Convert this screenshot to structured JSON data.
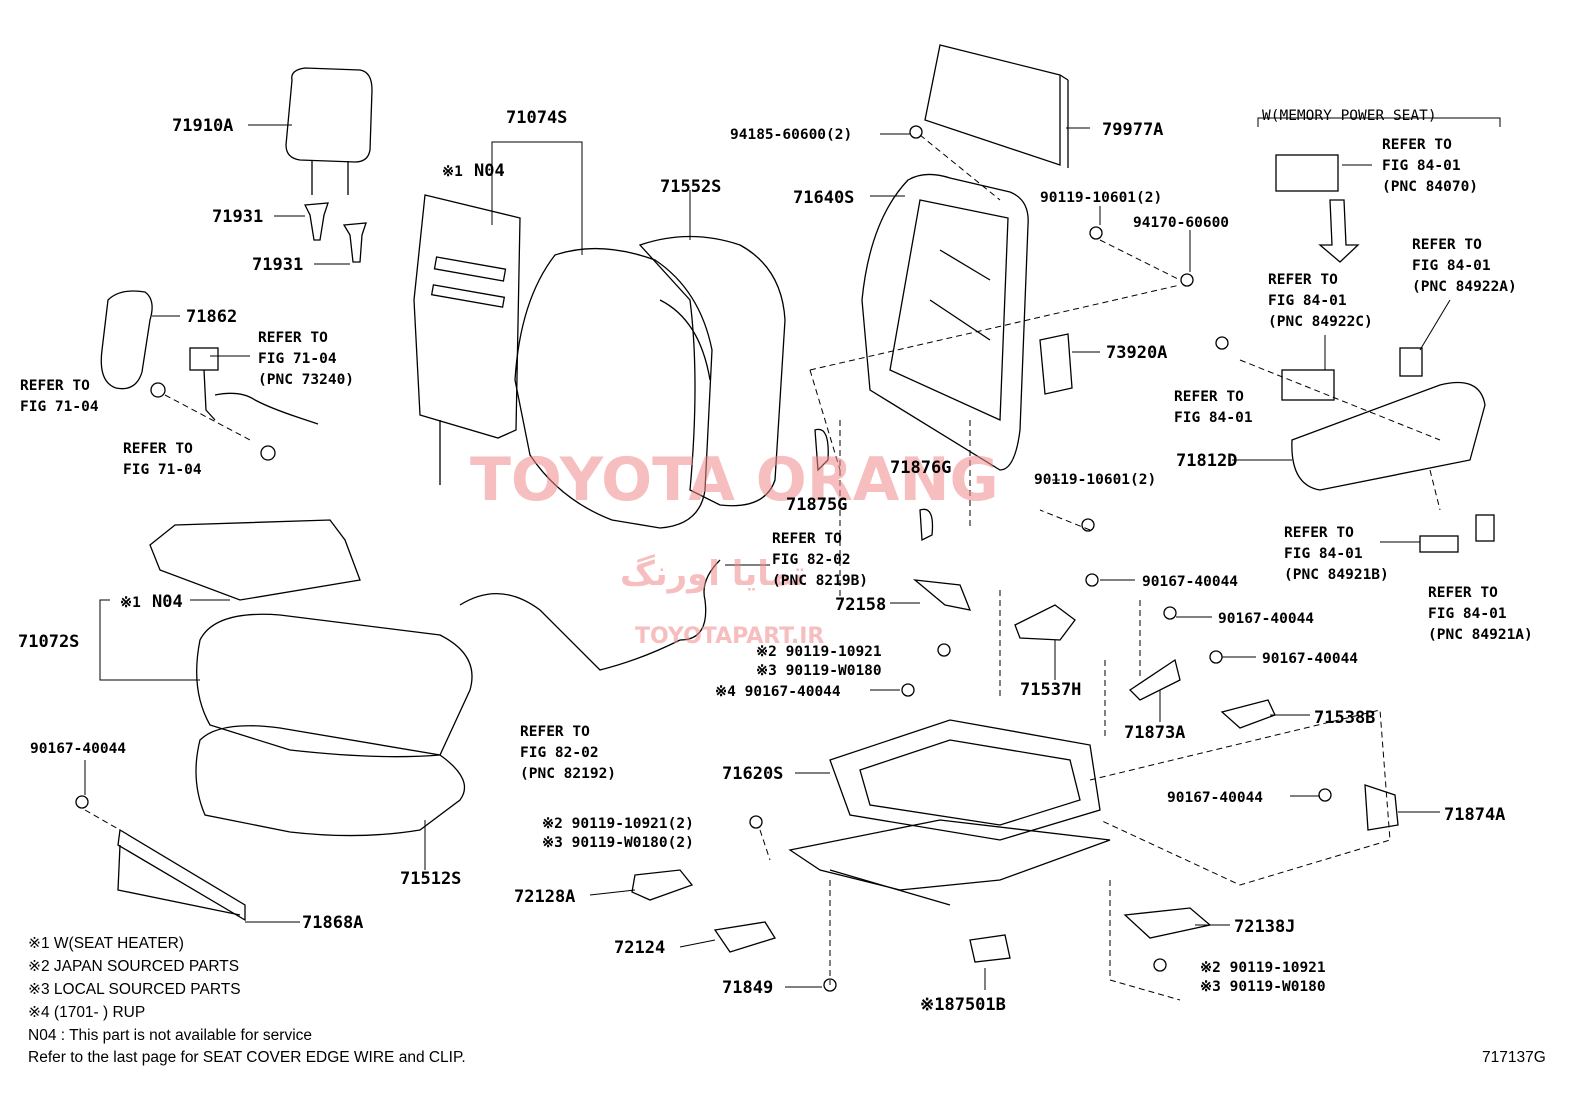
{
  "labels": {
    "p71910A": "71910A",
    "p71931a": "71931",
    "p71931b": "71931",
    "p71862": "71862",
    "p71074S": "71074S",
    "p_n04_top_mark": "※1",
    "p_n04_top": "N04",
    "p71552S": "71552S",
    "p79977A": "79977A",
    "p94185": "94185-60600(2)",
    "p71640S": "71640S",
    "p90119_10601_top": "90119-10601(2)",
    "p94170": "94170-60600",
    "p73920A": "73920A",
    "p71876G": "71876G",
    "p71875G": "71875G",
    "p90119_10601_mid": "90119-10601(2)",
    "p71812D": "71812D",
    "p71072S": "71072S",
    "p_n04_bot_mark": "※1",
    "p_n04_bot": "N04",
    "p90167_left": "90167-40044",
    "p71512S": "71512S",
    "p71868A": "71868A",
    "p72158": "72158",
    "p_2_90119_10921": "※2 90119-10921",
    "p_3_90119_W0180": "※3 90119-W0180",
    "p_4_90167": "※4 90167-40044",
    "p71620S": "71620S",
    "p_2_90119_10921_2": "※2 90119-10921(2)",
    "p_3_90119_W0180_2": "※3 90119-W0180(2)",
    "p72128A": "72128A",
    "p72124": "72124",
    "p71849": "71849",
    "p87501B": "※187501B",
    "p90167_r1": "90167-40044",
    "p90167_r2": "90167-40044",
    "p90167_r3": "90167-40044",
    "p71537H": "71537H",
    "p71873A": "71873A",
    "p71538B": "71538B",
    "p90167_r4": "90167-40044",
    "p71874A": "71874A",
    "p72138J": "72138J",
    "p_2_br": "※2 90119-10921",
    "p_3_br": "※3 90119-W0180"
  },
  "refers": {
    "r_73240": [
      "REFER TO",
      "FIG 71-04",
      "(PNC 73240)"
    ],
    "r_7104_left": [
      "REFER TO",
      "FIG 71-04"
    ],
    "r_7104_bottom": [
      "REFER TO",
      "FIG 71-04"
    ],
    "r_8219B": [
      "REFER TO",
      "FIG 82-02",
      "(PNC 8219B)"
    ],
    "r_82192": [
      "REFER TO",
      "FIG 82-02",
      "(PNC 82192)"
    ],
    "r_84070": [
      "REFER TO",
      "FIG 84-01",
      "(PNC 84070)"
    ],
    "r_84922C": [
      "REFER TO",
      "FIG 84-01",
      "(PNC 84922C)"
    ],
    "r_84922A": [
      "REFER TO",
      "FIG 84-01",
      "(PNC 84922A)"
    ],
    "r_8401_plain": [
      "REFER TO",
      "FIG 84-01"
    ],
    "r_84921B": [
      "REFER TO",
      "FIG 84-01",
      "(PNC 84921B)"
    ],
    "r_84921A": [
      "REFER TO",
      "FIG 84-01",
      "(PNC 84921A)"
    ]
  },
  "memory_seat_header": "W(MEMORY POWER SEAT)",
  "notes": [
    "※1 W(SEAT HEATER)",
    "※2 JAPAN SOURCED PARTS",
    "※3 LOCAL SOURCED PARTS",
    "※4 (1701-       ) RUP",
    "N04 : This part is not available for service",
    "Refer to the last page for SEAT COVER EDGE WIRE and CLIP."
  ],
  "figure_code": "717137G",
  "watermark": {
    "main": "TOYOTA ORANG",
    "persian": "تمایا اورنگ",
    "site": "TOYOTAPART.IR"
  }
}
